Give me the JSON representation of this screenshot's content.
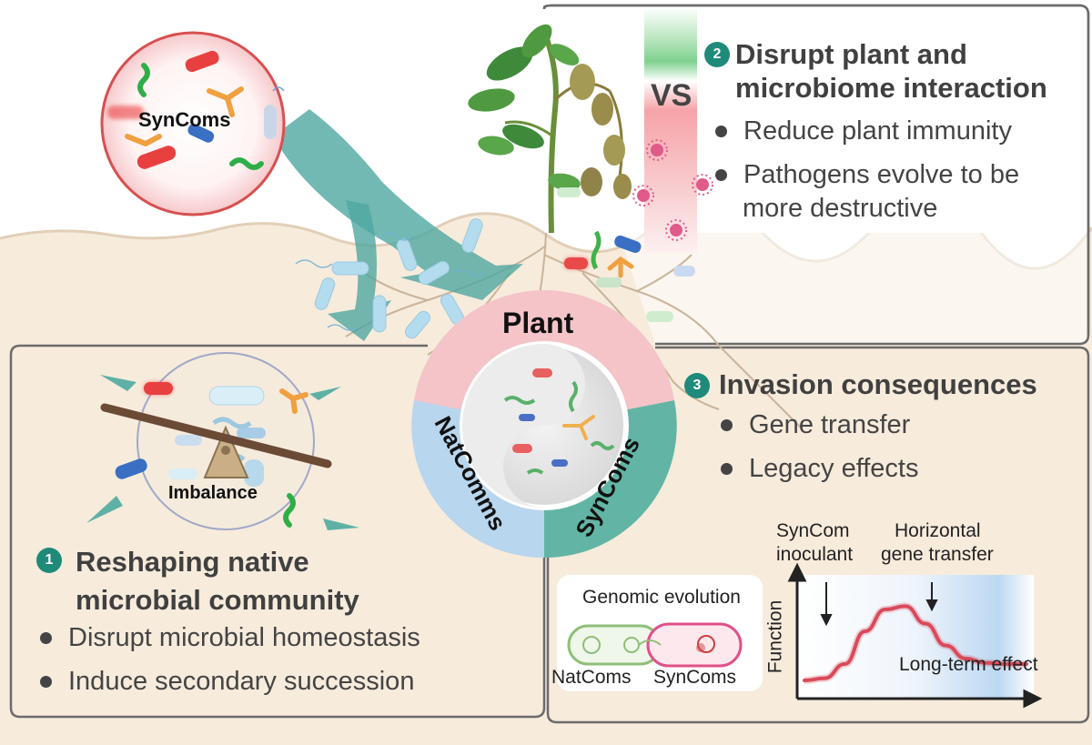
{
  "syncoms_circle_label": "SynComs",
  "vs_label": "VS",
  "panel2": {
    "badge": "2",
    "title_line1": "Disrupt plant and",
    "title_line2": "microbiome interaction",
    "bullets": [
      "Reduce plant immunity",
      "Pathogens evolve to be",
      "more destructive"
    ]
  },
  "panel1": {
    "badge": "1",
    "title_line1": "Reshaping native",
    "title_line2": "microbial community",
    "bullets": [
      "Disrupt microbial homeostasis",
      "Induce secondary succession"
    ],
    "imbalance_label": "Imbalance"
  },
  "panel3": {
    "badge": "3",
    "title": "Invasion consequences",
    "bullets": [
      "Gene transfer",
      "Legacy effects"
    ]
  },
  "ring": {
    "plant": "Plant",
    "natcomms": "NatComms",
    "syncoms": "SynComs"
  },
  "genomic": {
    "title": "Genomic evolution",
    "left_label": "NatComs",
    "right_label": "SynComs"
  },
  "chart_data": {
    "type": "line",
    "title": "",
    "xlabel": "",
    "ylabel": "Function",
    "annotations": [
      "SynCom inoculant",
      "Horizontal gene transfer",
      "Long-term effect"
    ],
    "annotation_lines": {
      "inoculant": [
        "SynCom",
        "inoculant"
      ],
      "hgt": [
        "Horizontal",
        "gene transfer"
      ],
      "longterm": "Long-term effect"
    },
    "series": [
      {
        "values": [
          0.1,
          0.12,
          0.25,
          0.55,
          0.75,
          0.78,
          0.62,
          0.42,
          0.3,
          0.26,
          0.25,
          0.25
        ]
      }
    ],
    "x": [
      0,
      1,
      2,
      3,
      4,
      5,
      6,
      7,
      8,
      9,
      10,
      11
    ],
    "ylim": [
      0,
      1
    ],
    "grid": false,
    "legend": "none",
    "line_color": "#d94a5a"
  },
  "colors": {
    "soil": "#f7ebdc",
    "panel_border": "#6b6b6b",
    "teal_arrow": "#4fa7a0",
    "plant_segment": "#f4c4c9",
    "natcomms_segment": "#b8d6ee",
    "syncoms_segment": "#62b5a4",
    "badge": "#1f8a7a"
  }
}
